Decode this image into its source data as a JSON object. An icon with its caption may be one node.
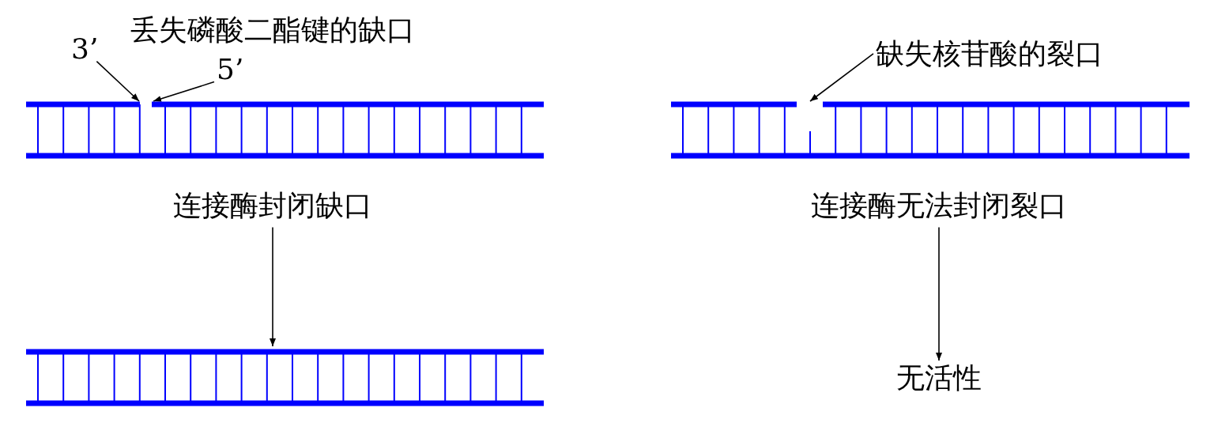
{
  "diagram": {
    "nodes": [
      {
        "text": [
          "3’"
        ]
      },
      {
        "text": [
          "5’"
        ]
      },
      {
        "text": [],
        "shape": "picture"
      },
      {
        "text": [
          "连接酶封闭缺口"
        ]
      },
      {
        "text": [],
        "shape": "picture"
      },
      {
        "text": [
          "缺失核苷酸的裂口"
        ]
      },
      {
        "text": [],
        "shape": "picture"
      },
      {
        "text": [
          "连接酶无法封闭裂口"
        ]
      },
      {
        "text": [
          "无活性"
        ]
      }
    ],
    "edges": [
      {
        "from": 0,
        "to": 2,
        "arrow": "to"
      },
      {
        "from": 1,
        "to": 2,
        "arrow": "to"
      },
      {
        "from": 3,
        "to": 4,
        "arrow": "to"
      },
      {
        "from": 5,
        "to": 6,
        "arrow": "to"
      },
      {
        "from": 7,
        "to": 8,
        "arrow": "to"
      }
    ],
    "labels": [
      "丢失磷酸二酯键的缺口"
    ]
  }
}
